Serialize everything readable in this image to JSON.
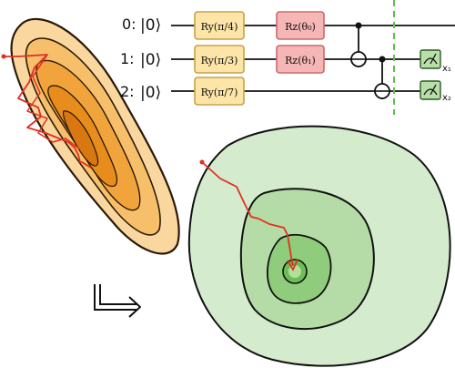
{
  "circuit": {
    "qubits": [
      {
        "index_label": "0:",
        "ket": "|0⟩"
      },
      {
        "index_label": "1:",
        "ket": "|0⟩"
      },
      {
        "index_label": "2:",
        "ket": "|0⟩"
      }
    ],
    "ry_gates": [
      {
        "label": "Ry(π/4)"
      },
      {
        "label": "Ry(π/3)"
      },
      {
        "label": "Ry(π/7)"
      }
    ],
    "rz_gates": [
      {
        "label": "Rz(θ₀)"
      },
      {
        "label": "Rz(θ₁)"
      }
    ],
    "measure_labels": [
      "x₁",
      "x₂"
    ],
    "colors": {
      "ry_fill": "#fde5a8",
      "ry_stroke": "#c9a14a",
      "rz_fill": "#f6b6b6",
      "rz_stroke": "#c96b6b",
      "measure_fill": "#b9dfa9",
      "barrier": "#5bbf4a"
    }
  },
  "landscapes": {
    "orange_colors": [
      "#fbd7a0",
      "#f7bf6a",
      "#f2a43c",
      "#e88d1b",
      "#d97711"
    ],
    "green_colors": [
      "#d5ebcd",
      "#b5dca6",
      "#8fcc7c",
      "#6cbd57",
      "#b2e09c"
    ],
    "path_color": "#e03020"
  },
  "icons": {
    "transform_arrow": "corner-arrow-icon"
  }
}
